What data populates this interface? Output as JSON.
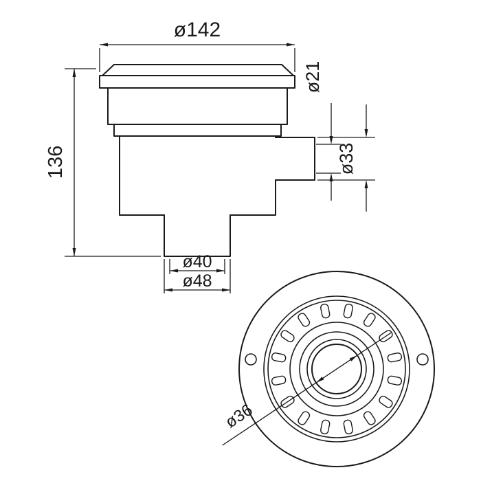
{
  "drawing": {
    "background": "#ffffff",
    "line_color": "#1a1a1a"
  },
  "dimensions": {
    "overall_diameter": {
      "label": "ø142",
      "value": 142
    },
    "overall_height": {
      "label": "136",
      "value": 136
    },
    "side_outlet_bore": {
      "label": "ø21",
      "value": 21
    },
    "side_outlet_outer": {
      "label": "ø33",
      "value": 33
    },
    "bottom_outlet_bore": {
      "label": "ø40",
      "value": 40
    },
    "bottom_outlet_outer": {
      "label": "ø48",
      "value": 48
    },
    "center_bore": {
      "label": "ø36",
      "value": 36
    }
  }
}
